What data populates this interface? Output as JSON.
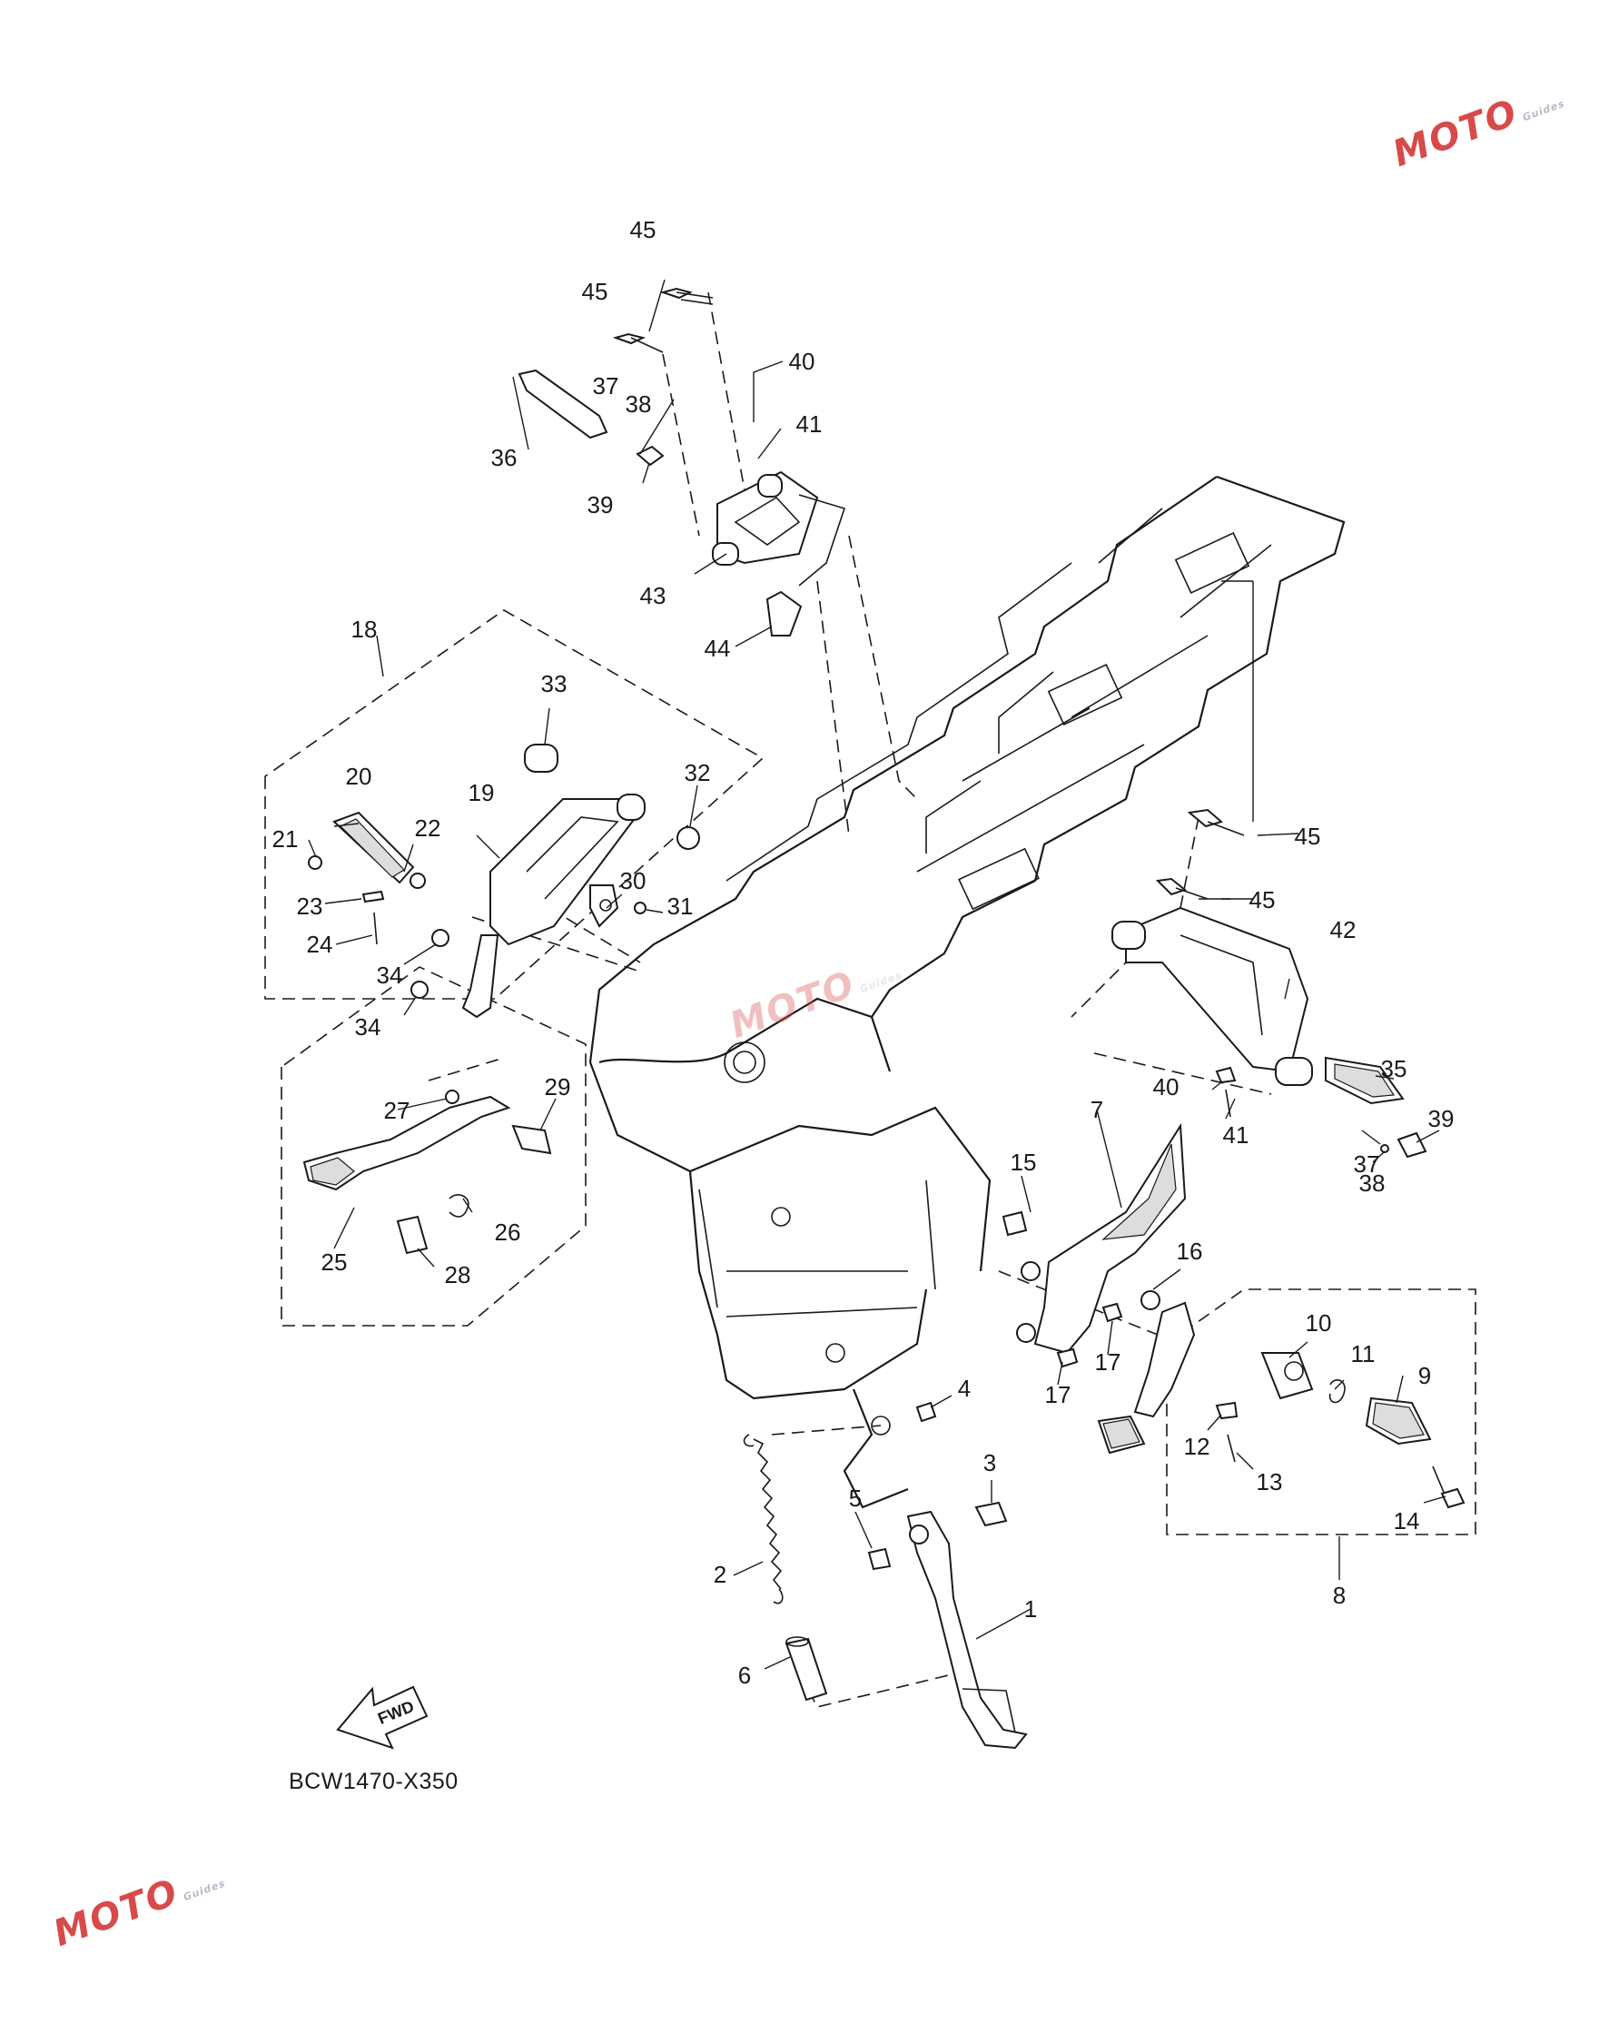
{
  "diagram": {
    "code": "BCW1470-X350",
    "fwd_label": "FWD",
    "part_numbers": [
      "1",
      "2",
      "3",
      "4",
      "5",
      "6",
      "7",
      "8",
      "9",
      "10",
      "11",
      "12",
      "13",
      "14",
      "15",
      "16",
      "17",
      "17",
      "18",
      "19",
      "20",
      "21",
      "22",
      "23",
      "24",
      "25",
      "26",
      "27",
      "28",
      "29",
      "30",
      "31",
      "32",
      "33",
      "34",
      "34",
      "35",
      "36",
      "37",
      "37",
      "38",
      "38",
      "39",
      "39",
      "40",
      "40",
      "41",
      "41",
      "42",
      "43",
      "44",
      "45",
      "45",
      "45",
      "45"
    ]
  },
  "watermark": {
    "logo_text": "MOTO",
    "logo_small": "Guides",
    "accent_color": "#d84a4a"
  }
}
